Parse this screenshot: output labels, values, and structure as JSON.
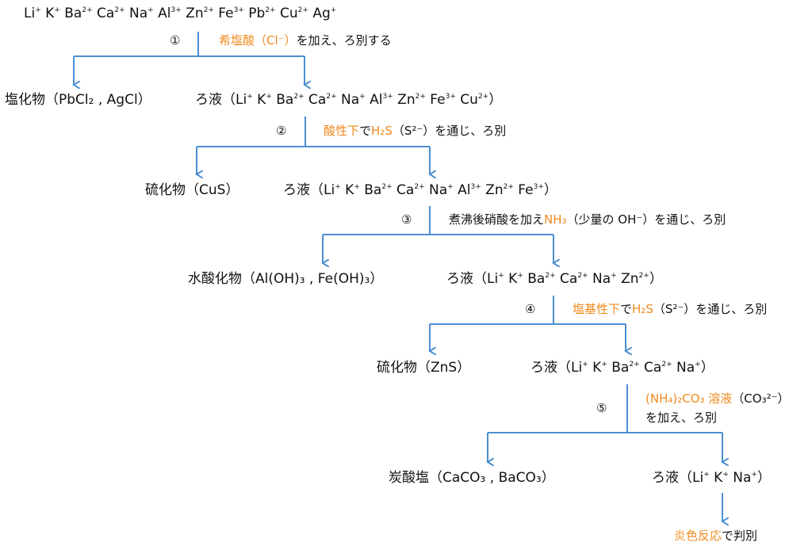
{
  "ion_labels": {
    "Li": "Li",
    "K": "K",
    "Ba": "Ba",
    "Ca": "Ca",
    "Na": "Na",
    "Al": "Al",
    "Zn": "Zn",
    "Fe": "Fe",
    "Pb": "Pb",
    "Cu": "Cu",
    "Ag": "Ag",
    "plus": "+",
    "two_plus": "2+",
    "three_plus": "3+"
  },
  "words": {
    "filtrate": "ろ液",
    "open_paren": "（",
    "close_paren": "）",
    "comma": " , ",
    "sulfide": "硫化物",
    "chloride": "塩化物",
    "hydroxide": "水酸化物",
    "carbonate": "炭酸塩"
  },
  "steps": [
    {
      "number": "①",
      "reagent": "希塩酸（Cl⁻）",
      "action": "を加え、ろ別する"
    },
    {
      "number": "②",
      "reagent_a": "酸性下",
      "reagent_b": "で",
      "reagent_c": "H₂S",
      "action": "（S²⁻）を通じ、ろ別"
    },
    {
      "number": "③",
      "pre": "煮沸後硝酸を加え",
      "reagent": "NH₃",
      "action": "（少量の OH⁻）を通じ、ろ別"
    },
    {
      "number": "④",
      "reagent_a": "塩基性下",
      "reagent_b": "で",
      "reagent_c": "H₂S",
      "action": "（S²⁻）を通じ、ろ別"
    },
    {
      "number": "⑤",
      "reagent": "(NH₄)₂CO₃ 溶液",
      "action": "（CO₃²⁻）",
      "action2": "を加え、ろ別"
    }
  ],
  "precipitates": {
    "p1": "PbCl₂ , AgCl",
    "p2": "CuS",
    "p3": "Al(OH)₃ , Fe(OH)₃",
    "p4": "ZnS",
    "p5": "CaCO₃ , BaCO₃"
  },
  "final": {
    "reagent": "炎色反応",
    "action": "で判別"
  },
  "colors": {
    "arrow": "#4a8fd0",
    "highlight": "#f08a1e",
    "text": "#111111"
  }
}
